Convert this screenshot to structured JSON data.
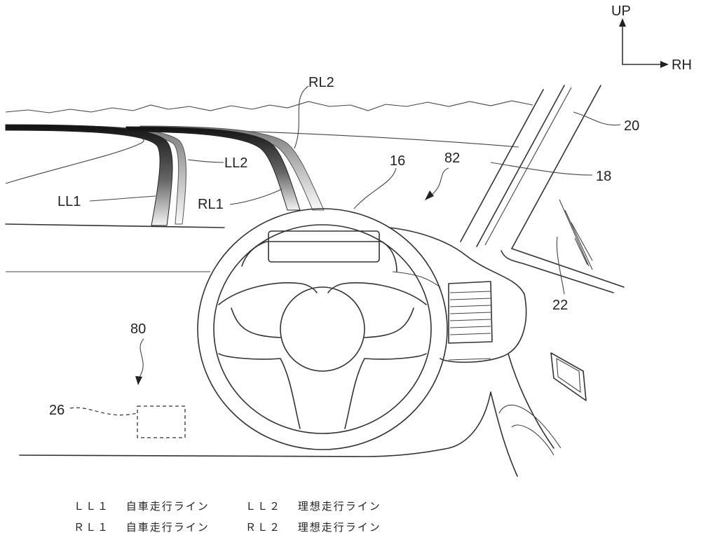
{
  "orientation": {
    "up": "UP",
    "right": "RH"
  },
  "labels": {
    "rl2": "RL2",
    "ll2": "LL2",
    "ll1": "LL1",
    "rl1": "RL1",
    "n16": "16",
    "n82": "82",
    "n20": "20",
    "n18": "18",
    "n22": "22",
    "n80": "80",
    "n26": "26"
  },
  "legend": {
    "row1": {
      "ll1_code": "ＬＬ１",
      "ll1_text": "自車走行ライン",
      "ll2_code": "ＬＬ２",
      "ll2_text": "理想走行ライン"
    },
    "row2": {
      "rl1_code": "ＲＬ１",
      "rl1_text": "自車走行ライン",
      "rl2_code": "ＲＬ２",
      "rl2_text": "理想走行ライン"
    }
  }
}
